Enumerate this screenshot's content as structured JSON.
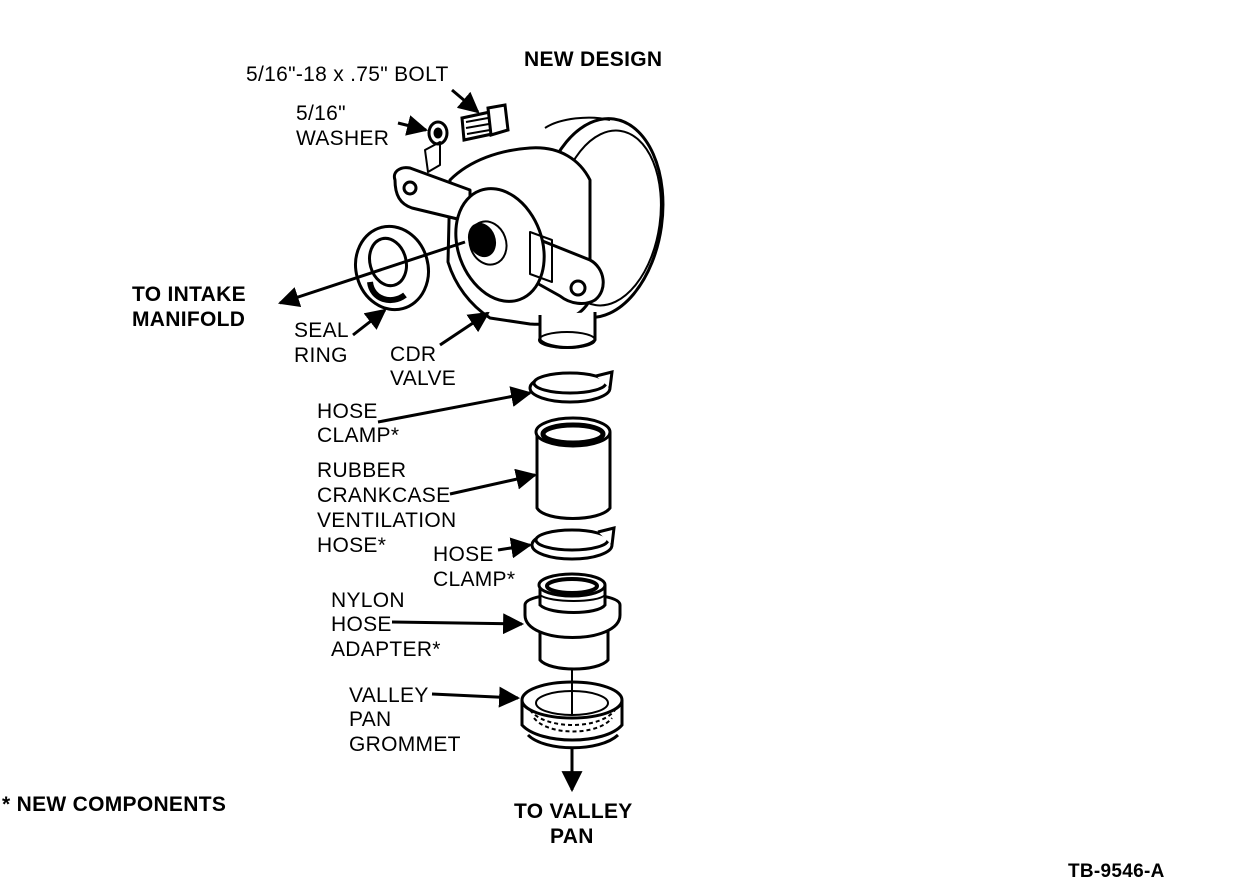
{
  "title": "NEW DESIGN",
  "labels": {
    "bolt": "5/16\"-18 x .75\" BOLT",
    "washer_1": "5/16\"",
    "washer_2": "WASHER",
    "intake_1": "TO INTAKE",
    "intake_2": "MANIFOLD",
    "seal_1": "SEAL",
    "seal_2": "RING",
    "cdr_1": "CDR",
    "cdr_2": "VALVE",
    "clamp_top_1": "HOSE",
    "clamp_top_2": "CLAMP*",
    "hose_1": "RUBBER",
    "hose_2": "CRANKCASE",
    "hose_3": "VENTILATION",
    "hose_4": "HOSE*",
    "clamp_bot_1": "HOSE",
    "clamp_bot_2": "CLAMP*",
    "adapter_1": "NYLON",
    "adapter_2": "HOSE",
    "adapter_3": "ADAPTER*",
    "grommet_1": "VALLEY",
    "grommet_2": "PAN",
    "grommet_3": "GROMMET",
    "valley_1": "TO VALLEY",
    "valley_2": "PAN",
    "footnote": "* NEW COMPONENTS",
    "figure_id": "TB-9546-A"
  }
}
